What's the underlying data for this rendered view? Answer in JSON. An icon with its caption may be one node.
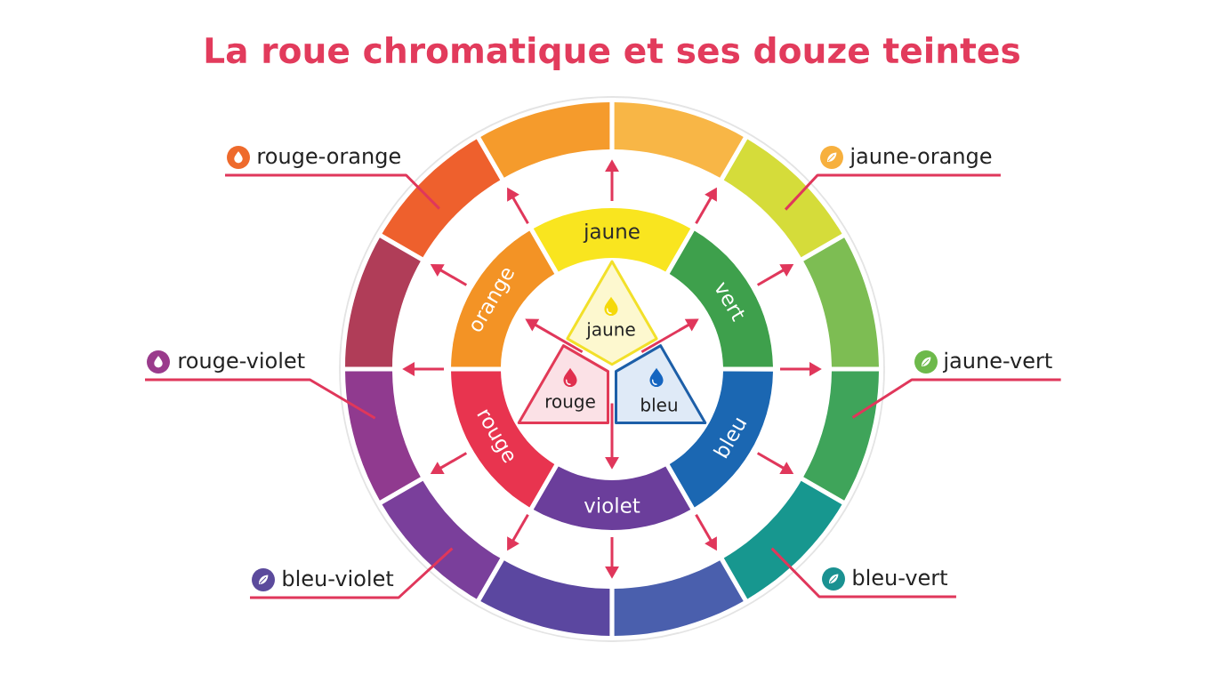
{
  "diagram": {
    "title": "La roue chromatique et ses douze teintes",
    "nodes": [
      {
        "text": [
          "jaune"
        ]
      },
      {
        "text": [
          "rouge"
        ]
      },
      {
        "text": [
          "bleu"
        ]
      },
      {
        "text": [
          "jaune"
        ]
      },
      {
        "text": [
          "orange"
        ]
      },
      {
        "text": [
          "rouge"
        ]
      },
      {
        "text": [
          "violet"
        ]
      },
      {
        "text": [
          "bleu"
        ]
      },
      {
        "text": [
          "vert"
        ]
      },
      {
        "text": [],
        "shape": "band"
      },
      {
        "text": [],
        "shape": "band"
      },
      {
        "text": [],
        "shape": "band"
      },
      {
        "text": [],
        "shape": "band"
      },
      {
        "text": [],
        "shape": "band"
      },
      {
        "text": [],
        "shape": "band"
      },
      {
        "text": [],
        "shape": "band"
      },
      {
        "text": [],
        "shape": "band"
      },
      {
        "text": [],
        "shape": "band"
      },
      {
        "text": [],
        "shape": "band"
      },
      {
        "text": [],
        "shape": "band"
      },
      {
        "text": [],
        "shape": "band"
      },
      {
        "text": [
          "rouge-orange"
        ]
      },
      {
        "text": [
          "jaune-orange"
        ]
      },
      {
        "text": [
          "rouge-violet"
        ]
      },
      {
        "text": [
          "jaune-vert"
        ]
      },
      {
        "text": [
          "bleu-violet"
        ]
      },
      {
        "text": [
          "bleu-vert"
        ]
      }
    ],
    "edges": [
      {
        "from": 0,
        "to": 4,
        "arrow": "to"
      },
      {
        "from": 1,
        "to": 4,
        "arrow": "to"
      },
      {
        "from": 0,
        "to": 8,
        "arrow": "to"
      },
      {
        "from": 2,
        "to": 8,
        "arrow": "to"
      },
      {
        "from": 1,
        "to": 6,
        "arrow": "to"
      },
      {
        "from": 2,
        "to": 6,
        "arrow": "to"
      },
      {
        "from": 3,
        "to": 9,
        "arrow": "to"
      },
      {
        "from": 8,
        "to": 10,
        "arrow": "to"
      },
      {
        "from": 8,
        "to": 11,
        "arrow": "to"
      },
      {
        "from": 7,
        "to": 12,
        "arrow": "to"
      },
      {
        "from": 7,
        "to": 13,
        "arrow": "to"
      },
      {
        "from": 6,
        "to": 14,
        "arrow": "to"
      },
      {
        "from": 6,
        "to": 15,
        "arrow": "to"
      },
      {
        "from": 5,
        "to": 16,
        "arrow": "to"
      },
      {
        "from": 5,
        "to": 17,
        "arrow": "to"
      },
      {
        "from": 4,
        "to": 18,
        "arrow": "to"
      },
      {
        "from": 4,
        "to": 19,
        "arrow": "to"
      },
      {
        "from": 3,
        "to": 20,
        "arrow": "to"
      },
      {
        "from": 21,
        "to": 19,
        "arrow": "none"
      },
      {
        "from": 22,
        "to": 10,
        "arrow": "none"
      },
      {
        "from": 23,
        "to": 17,
        "arrow": "none"
      },
      {
        "from": 24,
        "to": 12,
        "arrow": "none"
      },
      {
        "from": 25,
        "to": 16,
        "arrow": "none"
      },
      {
        "from": 26,
        "to": 13,
        "arrow": "none"
      }
    ]
  }
}
